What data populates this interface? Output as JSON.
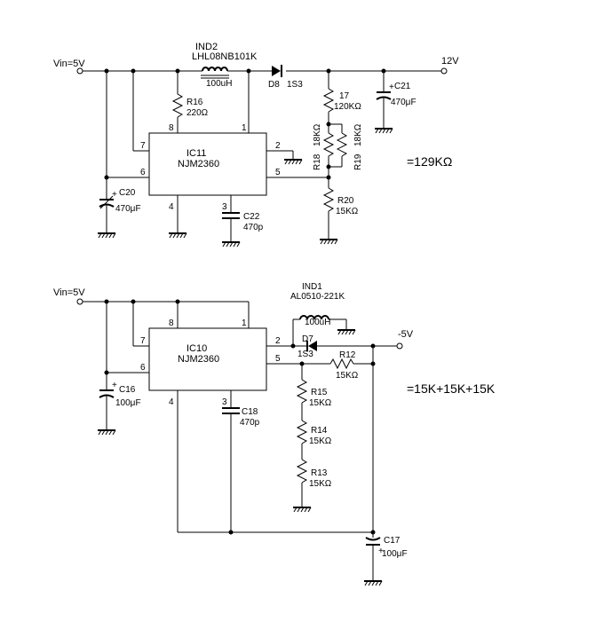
{
  "circuit1": {
    "vin": "Vin=5V",
    "vout": "12V",
    "inductor_ref": "IND2",
    "inductor_part": "LHL08NB101K",
    "inductor_value": "100uH",
    "diode_ref": "D8",
    "diode_part": "1S3",
    "ic_ref": "IC11",
    "ic_part": "NJM2360",
    "pins": {
      "p1": "1",
      "p2": "2",
      "p3": "3",
      "p4": "4",
      "p5": "5",
      "p6": "6",
      "p7": "7",
      "p8": "8"
    },
    "r16_ref": "R16",
    "r16_val": "220Ω",
    "r17_ref": "17",
    "r17_val": "120KΩ",
    "r18_ref": "R18",
    "r18_val": "18KΩ",
    "r19_ref": "R19",
    "r19_val": "18KΩ",
    "r20_ref": "R20",
    "r20_val": "15KΩ",
    "c20_ref": "C20",
    "c20_val": "470μF",
    "c21_ref": "C21",
    "c21_val": "470μF",
    "c22_ref": "C22",
    "c22_val": "470p",
    "note": "=129KΩ"
  },
  "circuit2": {
    "vin": "Vin=5V",
    "vout": "-5V",
    "inductor_ref": "IND1",
    "inductor_part": "AL0510-221K",
    "inductor_value": "100uH",
    "diode_ref": "D7",
    "diode_part": "1S3",
    "ic_ref": "IC10",
    "ic_part": "NJM2360",
    "pins": {
      "p1": "1",
      "p2": "2",
      "p3": "3",
      "p4": "4",
      "p5": "5",
      "p6": "6",
      "p7": "7",
      "p8": "8"
    },
    "r12_ref": "R12",
    "r12_val": "15KΩ",
    "r13_ref": "R13",
    "r13_val": "15KΩ",
    "r14_ref": "R14",
    "r14_val": "15KΩ",
    "r15_ref": "R15",
    "r15_val": "15KΩ",
    "c16_ref": "C16",
    "c16_val": "100μF",
    "c17_ref": "C17",
    "c17_val": "100μF",
    "c18_ref": "C18",
    "c18_val": "470p",
    "note": "=15K+15K+15K"
  }
}
